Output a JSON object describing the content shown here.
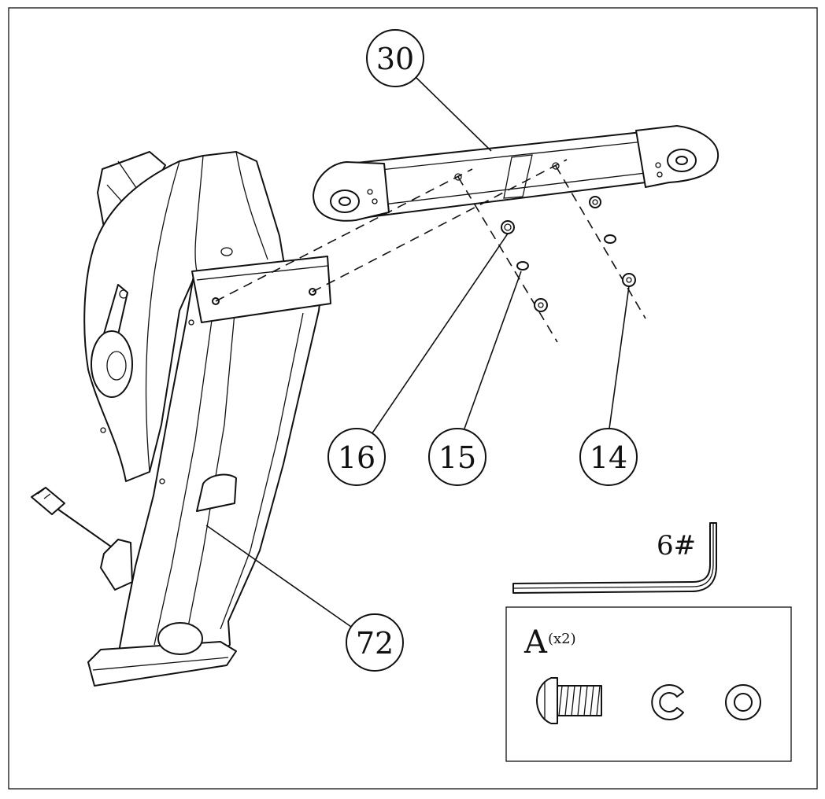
{
  "callouts": {
    "p30": "30",
    "p16": "16",
    "p15": "15",
    "p14": "14",
    "p72": "72"
  },
  "tool": {
    "label": "6#"
  },
  "hardware_kit": {
    "letter": "A",
    "quantity": "(x2)"
  },
  "colors": {
    "ink": "#111111",
    "paper": "#ffffff"
  }
}
